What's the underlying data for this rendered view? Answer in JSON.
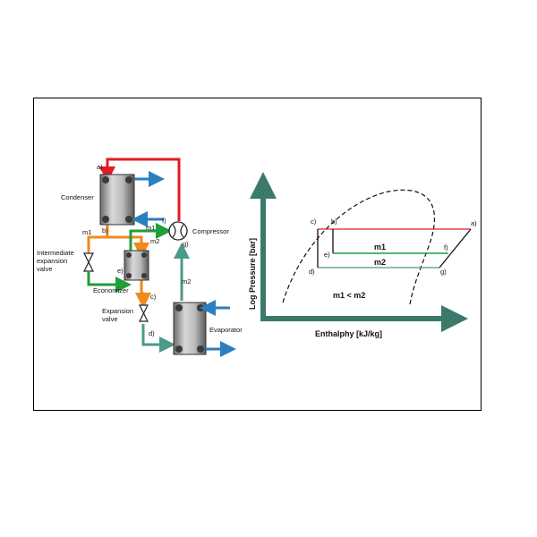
{
  "diagram": {
    "points": {
      "a": "a)",
      "b": "b)",
      "c": "c)",
      "d": "d)",
      "e": "e)",
      "f": "f)",
      "g": "g)"
    },
    "components": {
      "condenser": "Condenser",
      "compressor": "Compressor",
      "intermediate_valve": [
        "Intermediate",
        "expansion",
        "valve"
      ],
      "economizer": "Economizer",
      "expansion_valve": [
        "Expansion",
        "valve"
      ],
      "evaporator": "Evaporator"
    },
    "flows": {
      "m1": "m1",
      "m2": "m2"
    },
    "colors": {
      "red": "#e01b24",
      "orange": "#f08a1c",
      "green": "#1f9e3a",
      "teal": "#4a9a8a",
      "blue": "#2a7fc0",
      "axis": "#3b7a6a"
    }
  },
  "chart": {
    "xlabel": "Enthalphy [kJ/kg]",
    "ylabel": "Log Pressure [bar]",
    "points": {
      "a": "a)",
      "b": "b)",
      "c": "c)",
      "d": "d)",
      "e": "e)",
      "f": "f)",
      "g": "g)"
    },
    "m1": "m1",
    "m2": "m2",
    "relation": "m1 < m2"
  }
}
